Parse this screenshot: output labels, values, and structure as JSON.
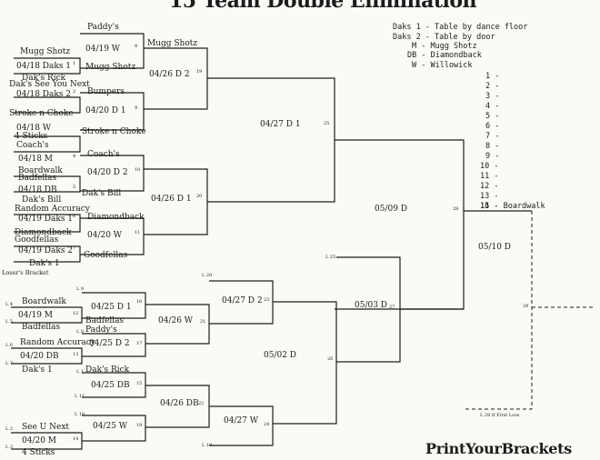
{
  "title": "15 Team Double Elimination",
  "logo": "PrintYourBrackets",
  "legend": [
    "Daks 1 - Table by dance floor",
    "Daks 2 - Table by door",
    "M - Mugg Shotz",
    "DB - Diamondback",
    "W - Willowick"
  ],
  "places": [
    "1 -",
    "2 -",
    "3 -",
    "4 -",
    "5 -",
    "6 -",
    "7 -",
    "8 -",
    "9 -",
    "10 -",
    "11 -",
    "12 -",
    "13 -",
    "14 -",
    "15 - Boardwalk"
  ],
  "winners": {
    "r1": [
      {
        "top": "Mugg Shotz",
        "date": "04/18 Daks 1",
        "game": "1",
        "bottom": "Dak's Rick"
      },
      {
        "top": "Dak's See You Next",
        "date": "04/18 Daks 2",
        "game": "2",
        "bottom": "Stroke n Choke"
      },
      {
        "top": "4 Sticks",
        "date": "04/18 W",
        "game": "",
        "bottom": "Coach's"
      },
      {
        "top": "Boardwalk",
        "date": "04/18 M",
        "game": "4",
        "bottom": "Badfellas"
      },
      {
        "top": "Dak's Bill",
        "date": "04/18 DB",
        "game": "5",
        "bottom": "Random Accuracy"
      },
      {
        "top": "Diamondback",
        "date": "04/19 Daks 1",
        "game": "6",
        "bottom": "Goodfellas"
      },
      {
        "top": "Dak's 1",
        "date": "04/19 Daks 2",
        "game": "7",
        "bottom": ""
      }
    ],
    "r2": [
      {
        "top": "Paddy's",
        "date": "04/19 W",
        "game": "8",
        "bottom": "Mugg Shotz"
      },
      {
        "top": "Bumpers",
        "date": "04/20 D 1",
        "game": "9",
        "bottom": "Stroke n Choke"
      },
      {
        "top": "Coach's",
        "date": "04/20 D 2",
        "game": "10",
        "bottom": "Dak's Bill"
      },
      {
        "top": "Diamondback",
        "date": "04/20 W",
        "game": "11",
        "bottom": "Goodfellas"
      }
    ],
    "r3": [
      {
        "top": "Mugg Shotz",
        "date": "04/26 D 2",
        "game": "19"
      },
      {
        "top": "",
        "date": "04/26 D 1",
        "game": "20"
      }
    ],
    "r4": {
      "date": "04/27  D 1",
      "game": "25"
    },
    "r5": {
      "date": "05/09 D",
      "game": "28"
    },
    "r6": {
      "date": "05/10 D",
      "game": "29"
    }
  },
  "losers": {
    "label": "Loser's Bracket",
    "r1": [
      {
        "top": "Boardwalk",
        "date": "04/19 M",
        "game": "12",
        "bottom": "Badfellas",
        "ltop": "L 4",
        "lbottom": "L 5"
      },
      {
        "top": "Random Accuracy",
        "date": "04/20 DB",
        "game": "13",
        "bottom": "Dak's 1",
        "ltop": "L 6",
        "lbottom": "L 7"
      },
      {
        "top": "See U Next",
        "date": "04/20 M",
        "game": "14",
        "bottom": "4 Sticks",
        "ltop": "L 2",
        "lbottom": "L 3"
      }
    ],
    "r2": [
      {
        "top": "",
        "date": "04/25 D 1",
        "game": "16",
        "bottom": "Badfellas",
        "ltop": "L 9",
        "lbottom": "L 8"
      },
      {
        "top": "",
        "date": "04/25 D 2",
        "game": "17",
        "bottom": "Paddy's",
        "ltop": "",
        "lbottom": ""
      },
      {
        "top": "Dak's Rick",
        "date": "04/25 DB",
        "game": "15",
        "bottom": "",
        "ltop": "L 1",
        "lbottom": "L 11"
      },
      {
        "top": "",
        "date": "04/25 W",
        "game": "18",
        "bottom": "",
        "ltop": "L 10",
        "lbottom": ""
      }
    ],
    "r3": [
      {
        "date": "04/26 W",
        "game": "21"
      },
      {
        "date": "04/26 DB",
        "game": "22"
      }
    ],
    "r4": [
      {
        "date": "04/27 D 2",
        "game": "23",
        "lbl": "L 20"
      },
      {
        "date": "04/27 W",
        "game": "24",
        "lbl": "L 19"
      }
    ],
    "r5": {
      "date": "05/02 D",
      "game": "26"
    },
    "r6": {
      "date": "05/03 D",
      "game": "27",
      "lbl": "L 25"
    },
    "if_first_loss": "L 28 If First Loss"
  }
}
